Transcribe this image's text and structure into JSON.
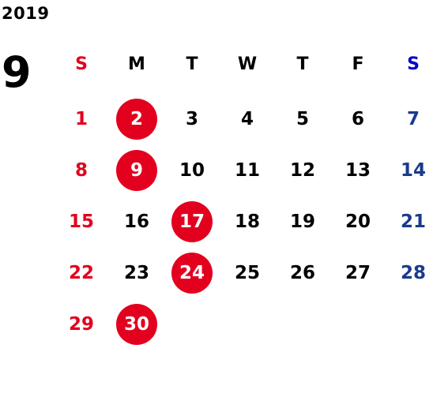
{
  "calendar": {
    "year": "2019",
    "month": "9",
    "weekdays": [
      "S",
      "M",
      "T",
      "W",
      "T",
      "F",
      "S"
    ],
    "weeks": [
      [
        {
          "day": "1",
          "holiday": false
        },
        {
          "day": "2",
          "holiday": true
        },
        {
          "day": "3",
          "holiday": false
        },
        {
          "day": "4",
          "holiday": false
        },
        {
          "day": "5",
          "holiday": false
        },
        {
          "day": "6",
          "holiday": false
        },
        {
          "day": "7",
          "holiday": false
        }
      ],
      [
        {
          "day": "8",
          "holiday": false
        },
        {
          "day": "9",
          "holiday": true
        },
        {
          "day": "10",
          "holiday": false
        },
        {
          "day": "11",
          "holiday": false
        },
        {
          "day": "12",
          "holiday": false
        },
        {
          "day": "13",
          "holiday": false
        },
        {
          "day": "14",
          "holiday": false
        }
      ],
      [
        {
          "day": "15",
          "holiday": false
        },
        {
          "day": "16",
          "holiday": false
        },
        {
          "day": "17",
          "holiday": true
        },
        {
          "day": "18",
          "holiday": false
        },
        {
          "day": "19",
          "holiday": false
        },
        {
          "day": "20",
          "holiday": false
        },
        {
          "day": "21",
          "holiday": false
        }
      ],
      [
        {
          "day": "22",
          "holiday": false
        },
        {
          "day": "23",
          "holiday": false
        },
        {
          "day": "24",
          "holiday": true
        },
        {
          "day": "25",
          "holiday": false
        },
        {
          "day": "26",
          "holiday": false
        },
        {
          "day": "27",
          "holiday": false
        },
        {
          "day": "28",
          "holiday": false
        }
      ],
      [
        {
          "day": "29",
          "holiday": false
        },
        {
          "day": "30",
          "holiday": true
        },
        {
          "day": "",
          "holiday": false
        },
        {
          "day": "",
          "holiday": false
        },
        {
          "day": "",
          "holiday": false
        },
        {
          "day": "",
          "holiday": false
        },
        {
          "day": "",
          "holiday": false
        }
      ]
    ]
  },
  "colors": {
    "sunday": "#e3001e",
    "saturday_header": "#0000cc",
    "saturday": "#1a3a8c",
    "holiday_circle": "#e3001e",
    "weekday": "#000000"
  }
}
